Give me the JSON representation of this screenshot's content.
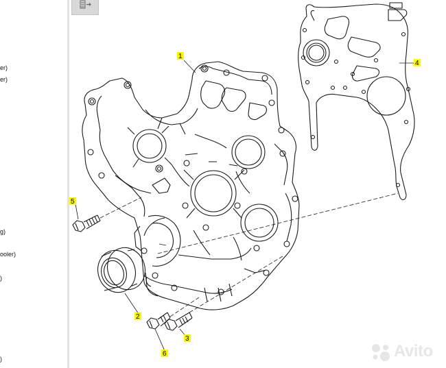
{
  "sidebar": {
    "items": [
      {
        "label": "er)"
      },
      {
        "label": "er)"
      },
      {
        "label": "g)"
      },
      {
        "label": "ooler)"
      },
      {
        "label": ")"
      },
      {
        "label": ")"
      }
    ]
  },
  "toolbar": {
    "icon": "split-view-icon"
  },
  "diagram": {
    "callouts": [
      {
        "number": "1"
      },
      {
        "number": "2"
      },
      {
        "number": "3"
      },
      {
        "number": "4"
      },
      {
        "number": "5"
      },
      {
        "number": "6"
      }
    ]
  },
  "watermark": {
    "text": "Avito"
  },
  "colors": {
    "callout_highlight": "#f7f700",
    "line": "#1a1a1a",
    "divider": "#e2e2e2"
  }
}
